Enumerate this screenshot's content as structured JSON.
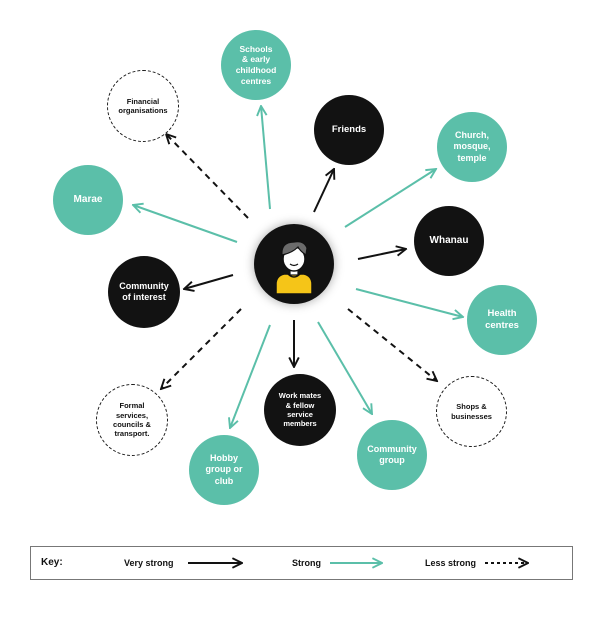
{
  "center": {
    "icon": "person-icon"
  },
  "nodes": {
    "schools": "Schools\n& early\nchildhood\ncentres",
    "financial": "Financial\norganisations",
    "friends": "Friends",
    "church": "Church,\nmosque,\ntemple",
    "marae": "Marae",
    "whanau": "Whanau",
    "community_interest": "Community\nof interest",
    "health": "Health\ncentres",
    "formal": "Formal\nservices,\ncouncils &\ntransport.",
    "workmates": "Work mates\n& fellow\nservice\nmembers",
    "community_group": "Community\ngroup",
    "shops": "Shops &\nbusinesses",
    "hobby": "Hobby\ngroup or\nclub"
  },
  "key": {
    "title": "Key:",
    "very_strong": "Very strong",
    "strong": "Strong",
    "less_strong": "Less strong"
  },
  "colors": {
    "teal": "#5bbfa9",
    "black": "#121212",
    "person_shirt": "#f5c518",
    "person_hair": "#6b6b6b"
  }
}
